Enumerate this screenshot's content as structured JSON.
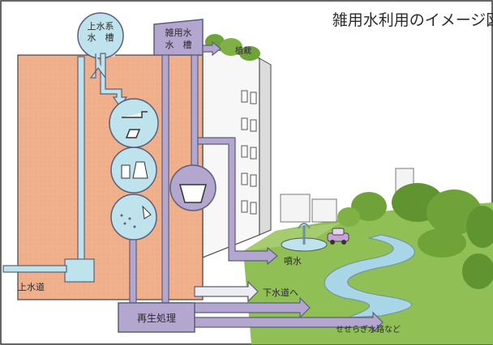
{
  "title": "雑用水利用のイメージ図",
  "labels": {
    "clean_tank_line1": "上水系",
    "clean_tank_line2": "水　槽",
    "gray_tank_line1": "雑用水",
    "gray_tank_line2": "水　槽",
    "planting": "植栽",
    "fountain": "噴水",
    "water_supply": "上水道",
    "sewer": "下水道へ",
    "recycle": "再生処理",
    "stream": "せせらぎ水路など"
  },
  "colors": {
    "clean_water": "#bfe3ec",
    "gray_water": "#b3a6cf",
    "building": "#f0b08c",
    "pipe_outline": "#5a5f7a",
    "tree": "#6fa33a",
    "grass": "#8fbf55"
  },
  "icons": [
    "faucet-icon",
    "glass-and-jug-icon",
    "shower-icon",
    "toilet-bowl-icon",
    "car-icon",
    "fountain-icon"
  ]
}
